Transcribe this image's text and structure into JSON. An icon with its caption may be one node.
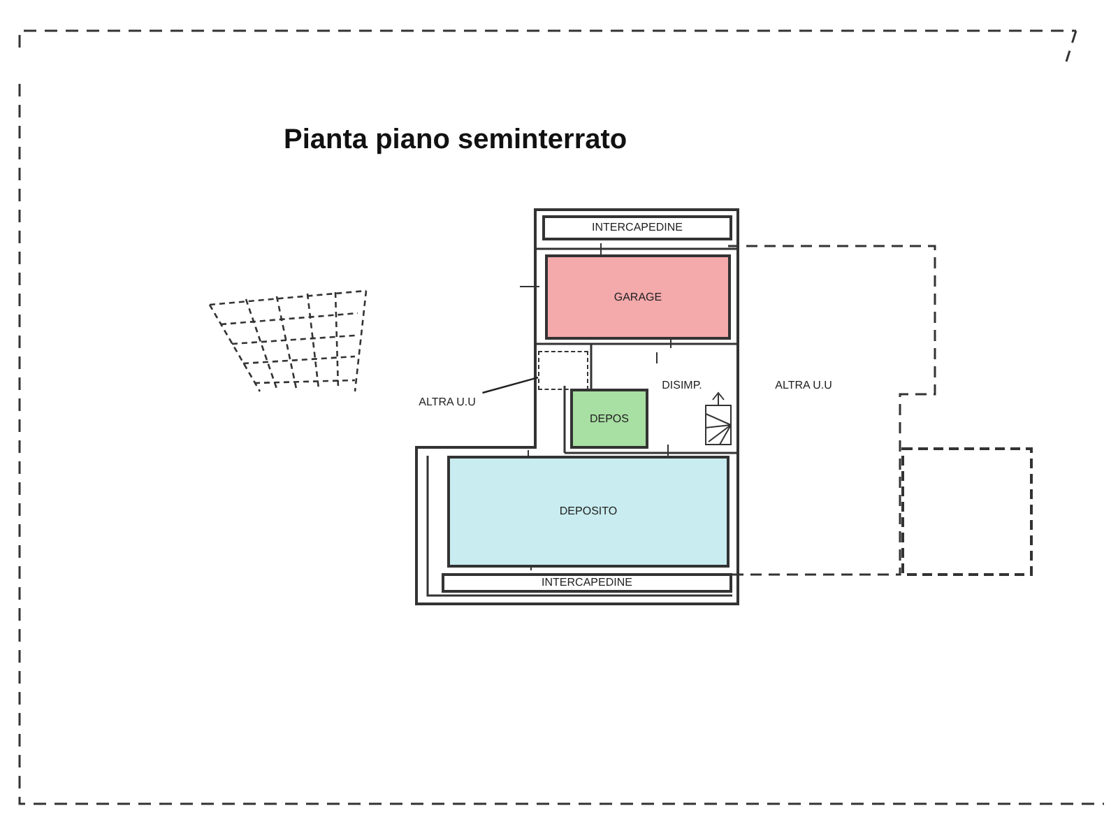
{
  "diagram": {
    "title": "Pianta piano seminterrato",
    "nodes": [
      {
        "text": [
          "INTERCAPEDINE"
        ]
      },
      {
        "text": [
          "GARAGE"
        ]
      },
      {
        "text": [],
        "shape": "box"
      },
      {
        "text": [
          "DISIMP."
        ]
      },
      {
        "text": [
          "ALTRA U.U"
        ]
      },
      {
        "text": [
          "ALTRA U.U"
        ]
      },
      {
        "text": [
          "DEPOS"
        ]
      },
      {
        "text": [
          "DEPOSITO"
        ]
      },
      {
        "text": [
          "INTERCAPEDINE"
        ]
      }
    ],
    "edges": [
      {
        "from": 5,
        "to": 2,
        "arrow": "none"
      }
    ]
  }
}
